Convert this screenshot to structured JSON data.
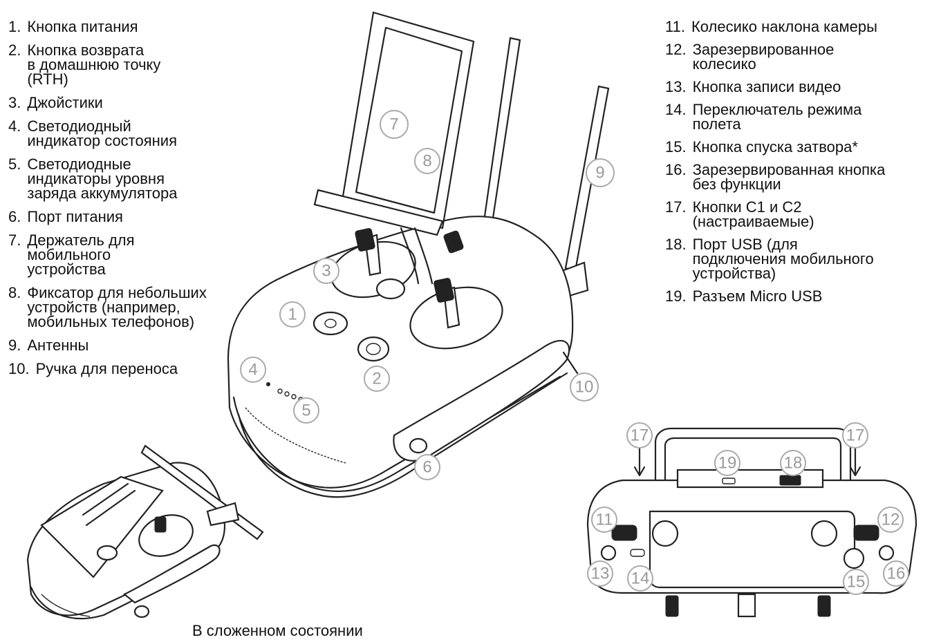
{
  "legend_left": [
    {
      "num": "1.",
      "text": "Кнопка питания"
    },
    {
      "num": "2.",
      "text": "Кнопка возврата\nв домашнюю точку\n(RTH)"
    },
    {
      "num": "3.",
      "text": "Джойстики"
    },
    {
      "num": "4.",
      "text": "Светодиодный\nиндикатор состояния"
    },
    {
      "num": "5.",
      "text": "Светодиодные\nиндикаторы уровня\nзаряда аккумулятора"
    },
    {
      "num": "6.",
      "text": "Порт питания"
    },
    {
      "num": "7.",
      "text": "Держатель для\nмобильного\nустройства"
    },
    {
      "num": "8.",
      "text": "Фиксатор для небольших\nустройств (например,\nмобильных телефонов)"
    },
    {
      "num": "9.",
      "text": "Антенны"
    },
    {
      "num": "10.",
      "text": "Ручка для переноса"
    }
  ],
  "legend_right": [
    {
      "num": "11.",
      "text": "Колесико наклона камеры"
    },
    {
      "num": "12.",
      "text": "Зарезервированное\nколесико"
    },
    {
      "num": "13.",
      "text": "Кнопка записи видео"
    },
    {
      "num": "14.",
      "text": "Переключатель режима\nполета"
    },
    {
      "num": "15.",
      "text": "Кнопка спуска затвора*"
    },
    {
      "num": "16.",
      "text": "Зарезервированная кнопка\nбез функции"
    },
    {
      "num": "17.",
      "text": "Кнопки C1 и C2\n(настраиваемые)"
    },
    {
      "num": "18.",
      "text": "Порт USB (для\nподключения мобильного\nустройства)"
    },
    {
      "num": "19.",
      "text": "Разъем Micro USB"
    }
  ],
  "callouts": {
    "c1": "1",
    "c2": "2",
    "c3": "3",
    "c4": "4",
    "c5": "5",
    "c6": "6",
    "c7": "7",
    "c8": "8",
    "c9": "9",
    "c10": "10",
    "c11": "11",
    "c12": "12",
    "c13": "13",
    "c14": "14",
    "c15": "15",
    "c16": "16",
    "c17a": "17",
    "c17b": "17",
    "c18": "18",
    "c19": "19"
  },
  "caption": "В сложенном состоянии"
}
